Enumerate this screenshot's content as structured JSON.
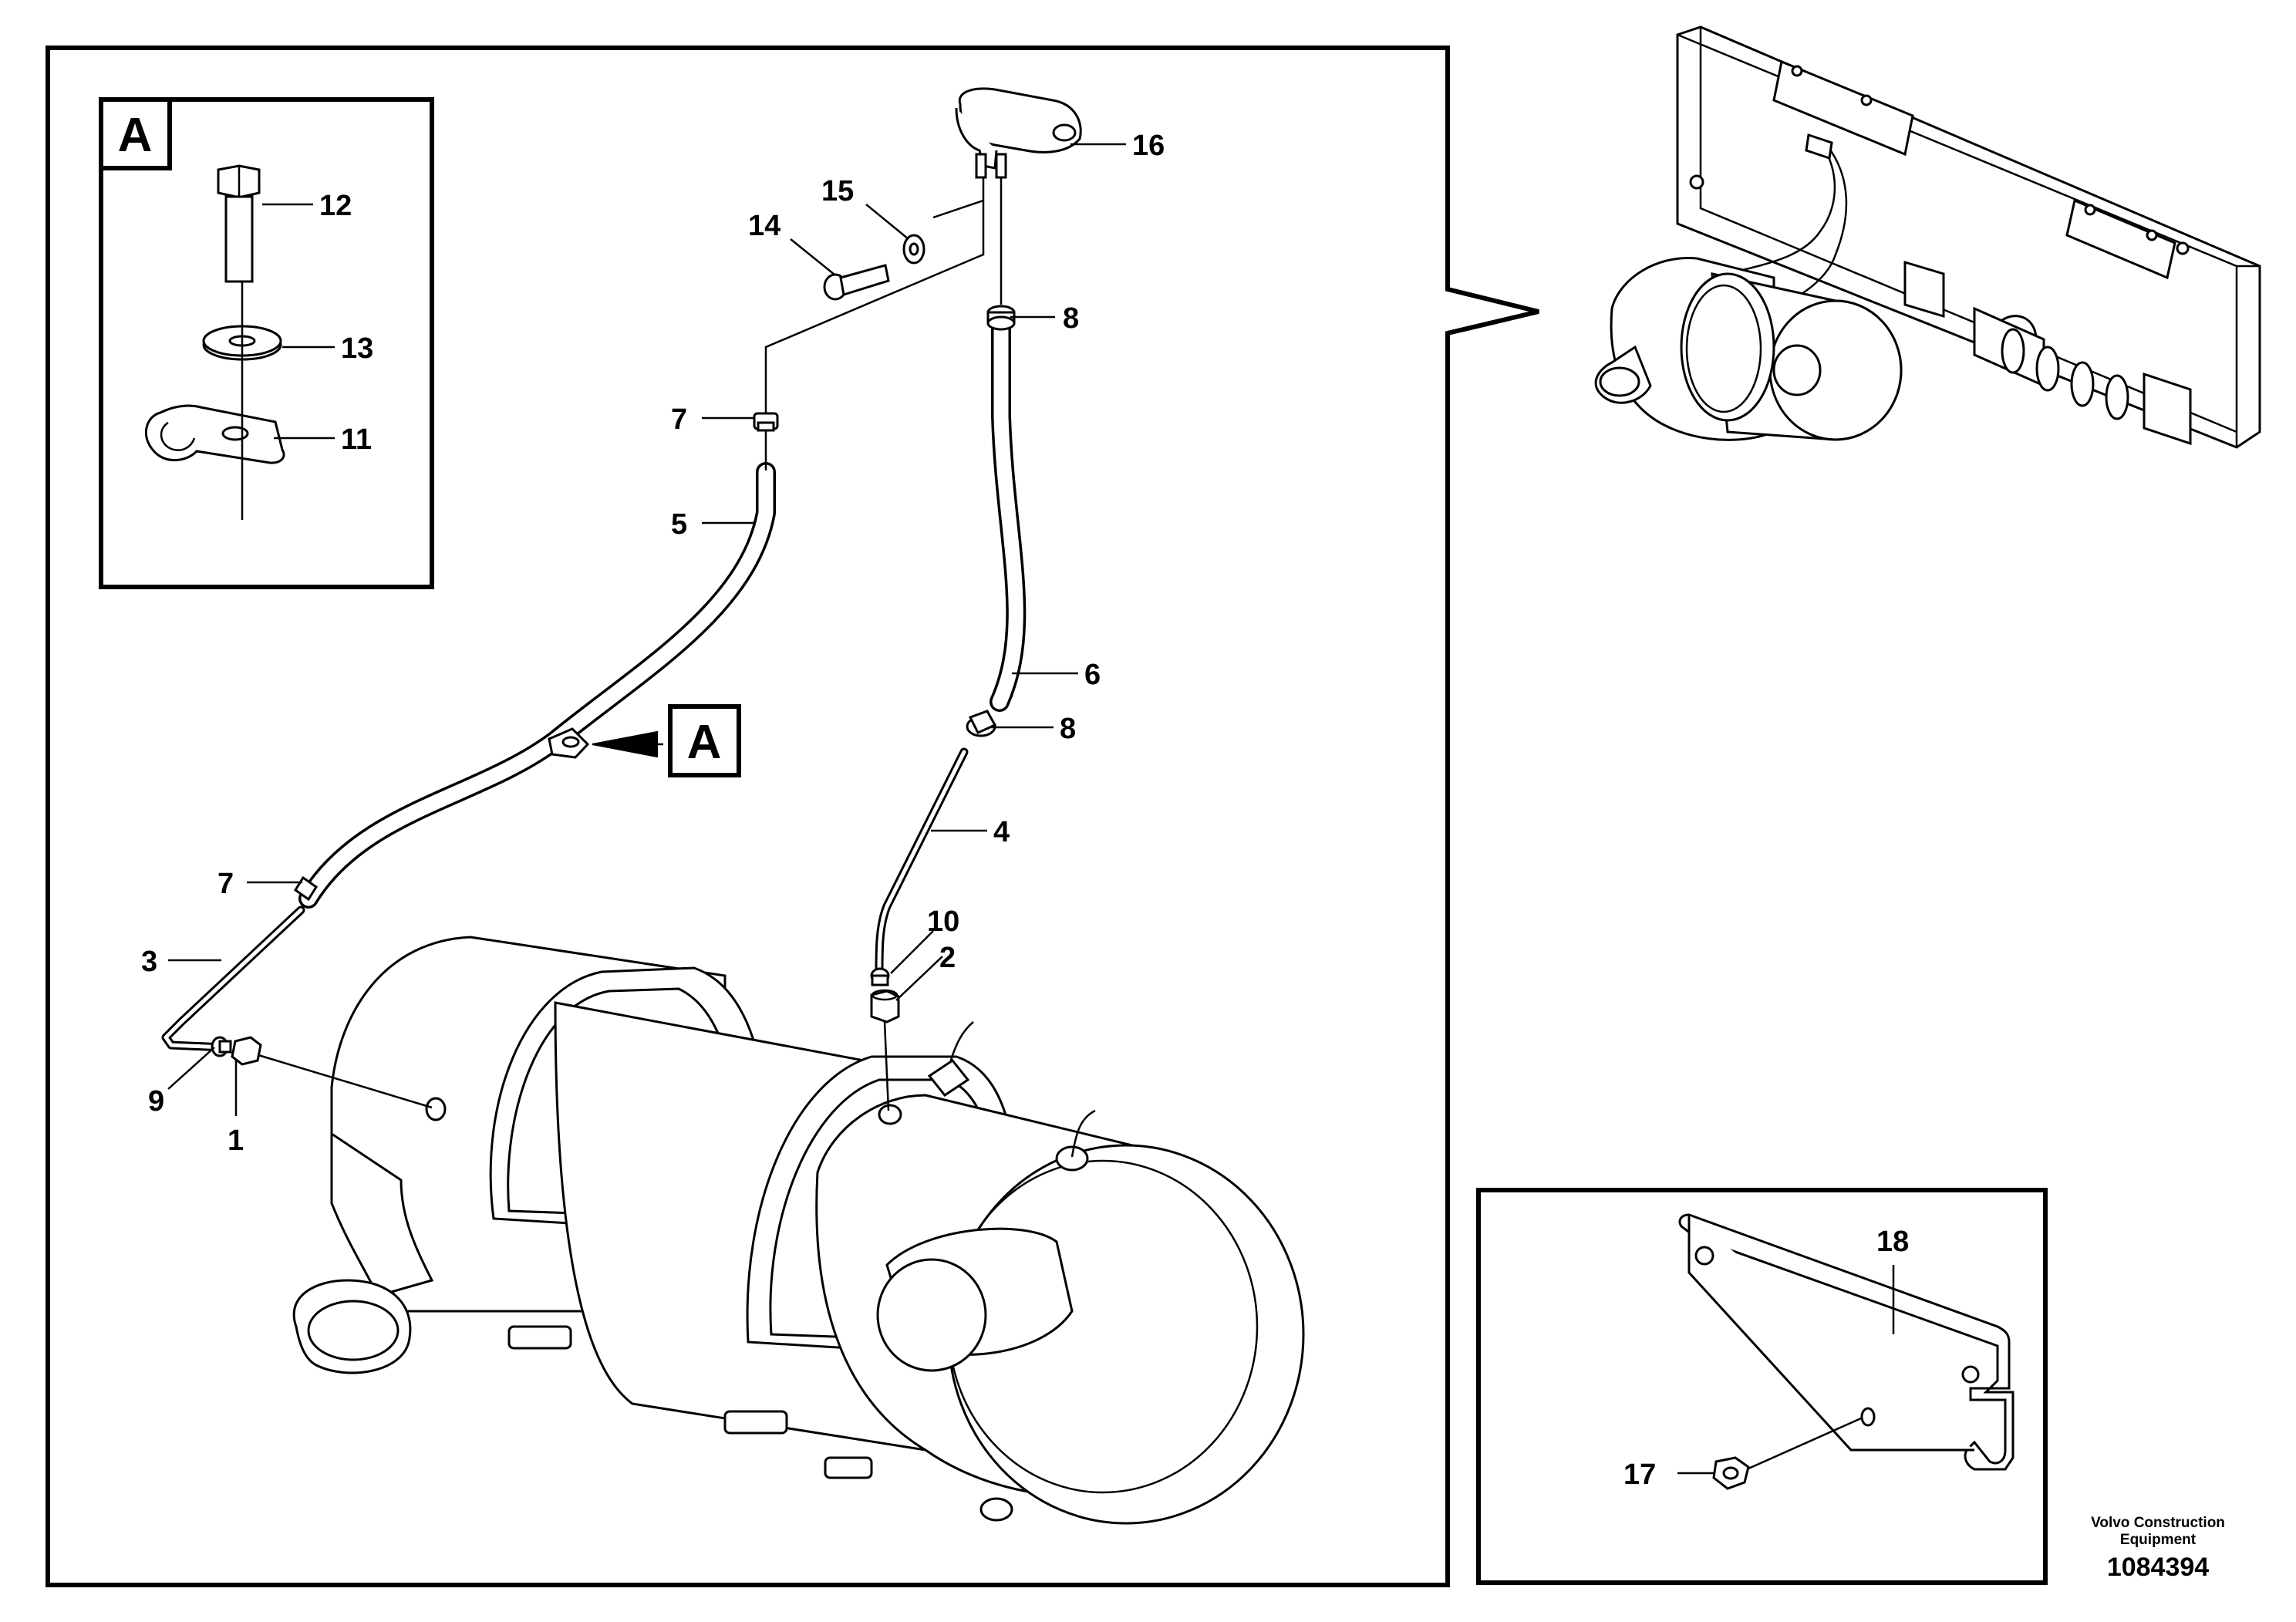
{
  "detail_label": "A",
  "detail_ref_label": "A",
  "callouts": {
    "c1": "1",
    "c2": "2",
    "c3": "3",
    "c4": "4",
    "c5": "5",
    "c6": "6",
    "c7a": "7",
    "c7b": "7",
    "c8a": "8",
    "c8b": "8",
    "c9": "9",
    "c10": "10",
    "c11": "11",
    "c12": "12",
    "c13": "13",
    "c14": "14",
    "c15": "15",
    "c16": "16",
    "c17": "17",
    "c18": "18"
  },
  "footer": {
    "brand_line1": "Volvo Construction",
    "brand_line2": "Equipment",
    "doc_number": "1084394"
  }
}
